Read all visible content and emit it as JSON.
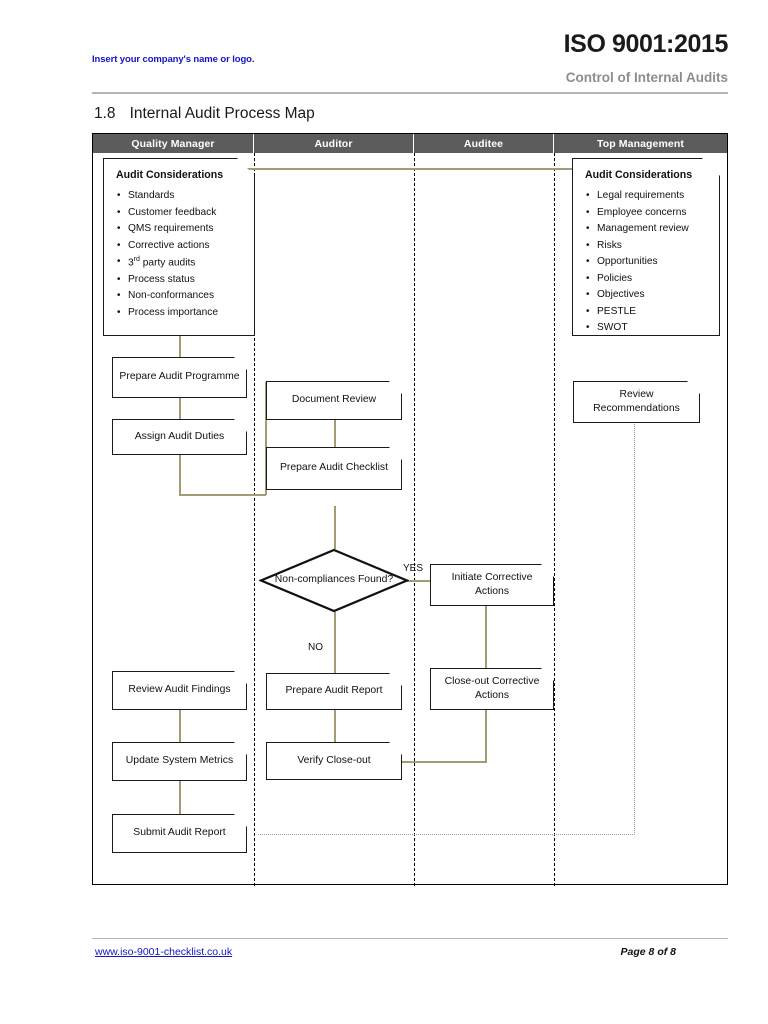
{
  "header": {
    "company_placeholder": "Insert your company's name or logo.",
    "standard_title": "ISO 9001:2015",
    "document_subtitle": "Control of Internal Audits"
  },
  "section": {
    "number": "1.8",
    "title": "Internal Audit Process Map"
  },
  "lanes": [
    {
      "label": "Quality Manager"
    },
    {
      "label": "Auditor"
    },
    {
      "label": "Auditee"
    },
    {
      "label": "Top Management"
    }
  ],
  "considerations_left": {
    "heading": "Audit Considerations",
    "items": [
      "Standards",
      "Customer feedback",
      "QMS requirements",
      "Corrective actions",
      "3rd party audits",
      "Process status",
      "Non-conformances",
      "Process importance"
    ]
  },
  "considerations_right": {
    "heading": "Audit Considerations",
    "items": [
      "Legal requirements",
      "Employee concerns",
      "Management review",
      "Risks",
      "Opportunities",
      "Policies",
      "Objectives",
      "PESTLE",
      "SWOT"
    ]
  },
  "nodes": {
    "prepare_audit_programme": "Prepare Audit Programme",
    "assign_audit_duties": "Assign Audit Duties",
    "document_review": "Document Review",
    "prepare_audit_checklist": "Prepare Audit Checklist",
    "decision_non_compliances": "Non-compliances Found?",
    "initiate_corrective_actions": "Initiate Corrective Actions",
    "review_audit_findings": "Review Audit Findings",
    "prepare_audit_report": "Prepare Audit Report",
    "close_out_corrective_actions": "Close-out Corrective Actions",
    "update_system_metrics": "Update System Metrics",
    "verify_close_out": "Verify Close-out",
    "submit_audit_report": "Submit Audit Report",
    "review_recommendations": "Review Recommendations"
  },
  "edge_labels": {
    "yes": "YES",
    "no": "NO"
  },
  "footer": {
    "link": "www.iso-9001-checklist.co.uk",
    "page": "Page 8 of 8"
  },
  "colors": {
    "lane_header_bg": "#5c5c5c",
    "connector": "#a39a76",
    "link": "#1414c8",
    "subtitle": "#8d8d8d"
  }
}
